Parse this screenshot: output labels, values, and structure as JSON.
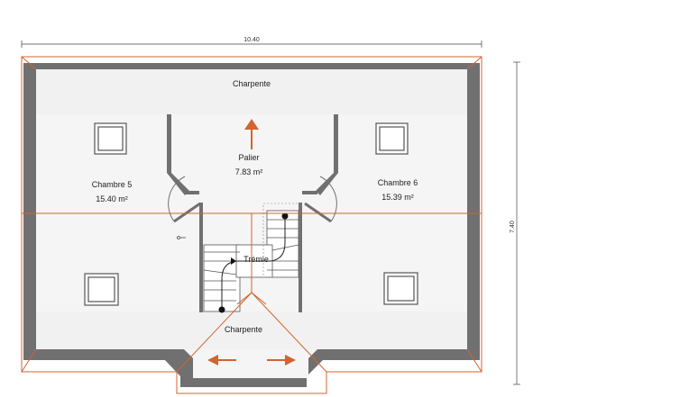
{
  "dimensions": {
    "width": "10.40",
    "height": "7.40"
  },
  "rooms": {
    "charpente_top": {
      "name": "Charpente"
    },
    "palier": {
      "name": "Palier",
      "area": "7.83 m²"
    },
    "chambre5": {
      "name": "Chambre 5",
      "area": "15.40 m²"
    },
    "chambre6": {
      "name": "Chambre 6",
      "area": "15.39 m²"
    },
    "tremie": {
      "name": "Trémie"
    },
    "charpente_bottom": {
      "name": "Charpente"
    }
  },
  "colors": {
    "wall": "#707070",
    "floor": "#f5f5f5",
    "roof_line": "#d2642f",
    "arrow": "#d2642f"
  },
  "icons": [
    "skylight-window-icon",
    "up-arrow-icon",
    "door-swing-icon",
    "staircase-icon",
    "arrow-left-icon",
    "arrow-right-icon"
  ]
}
